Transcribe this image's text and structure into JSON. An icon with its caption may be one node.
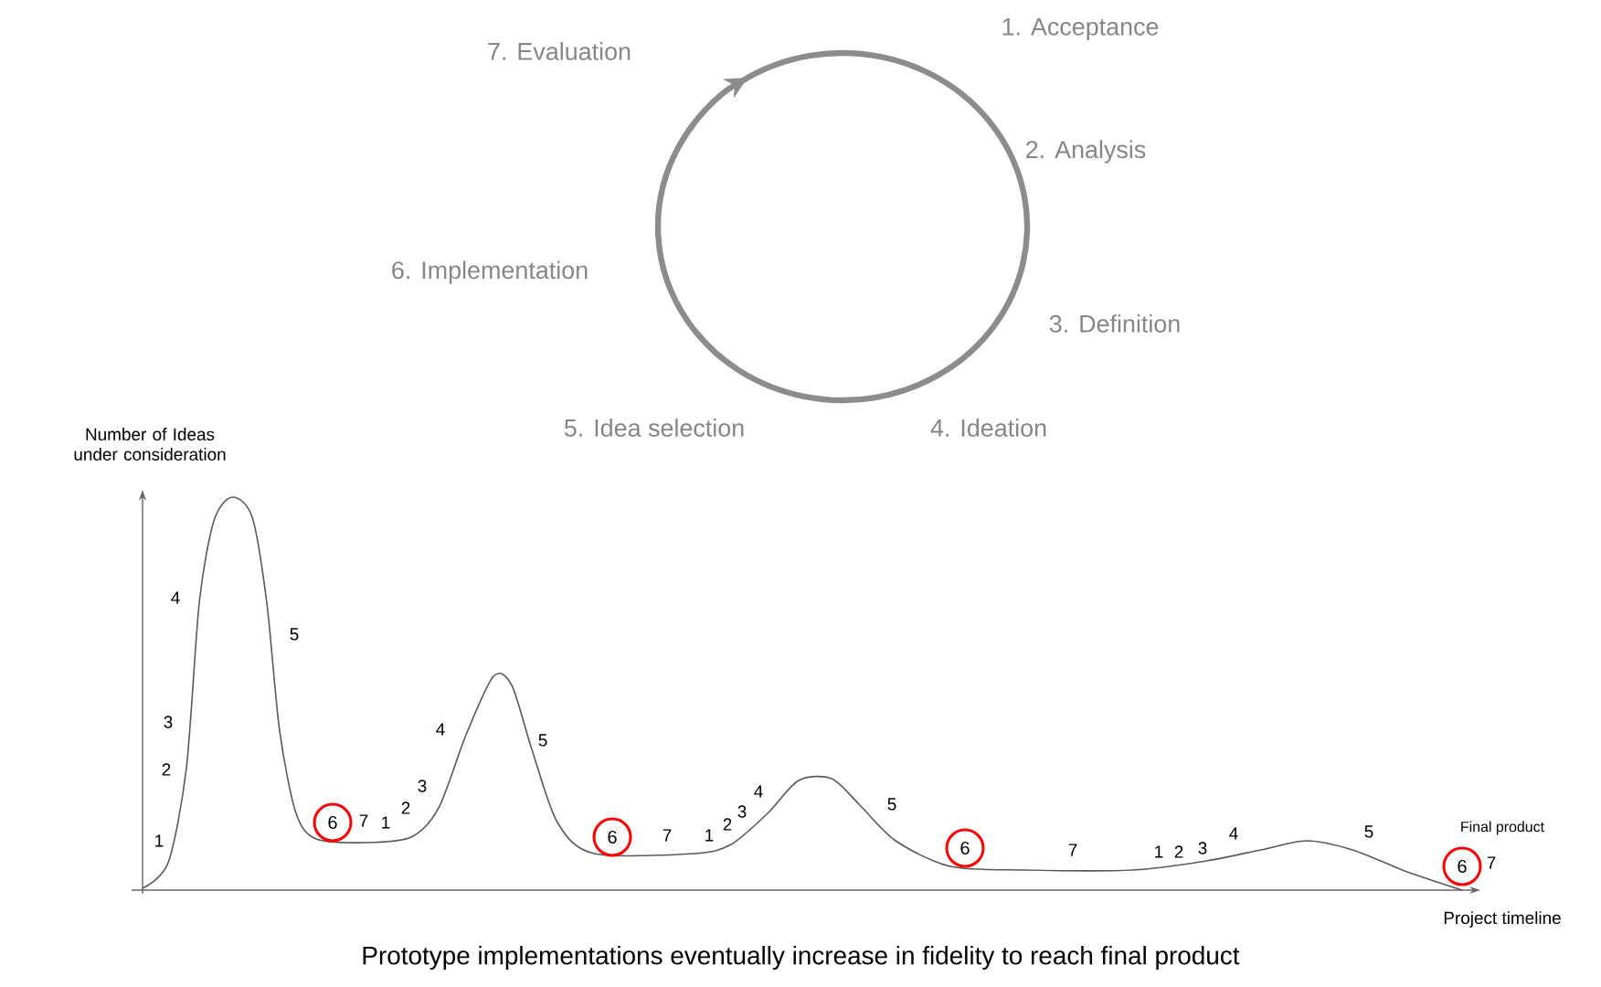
{
  "diagram": {
    "caption": "Prototype implementations eventually increase in fidelity to reach final product",
    "labels": [
      "7. Evaluation",
      "1. Acceptance",
      "2. Analysis",
      "6. Implementation",
      "3. Definition",
      "5. Idea selection",
      "4. Ideation",
      "Number of Ideas under consideration",
      "1",
      "2",
      "3",
      "4",
      "5",
      "6",
      "7",
      "1",
      "2",
      "3",
      "4",
      "5",
      "6",
      "7",
      "1",
      "2",
      "3",
      "4",
      "5",
      "6",
      "7",
      "1",
      "2",
      "3",
      "4",
      "5",
      "Final product",
      "6",
      "7",
      "Project timeline"
    ]
  }
}
